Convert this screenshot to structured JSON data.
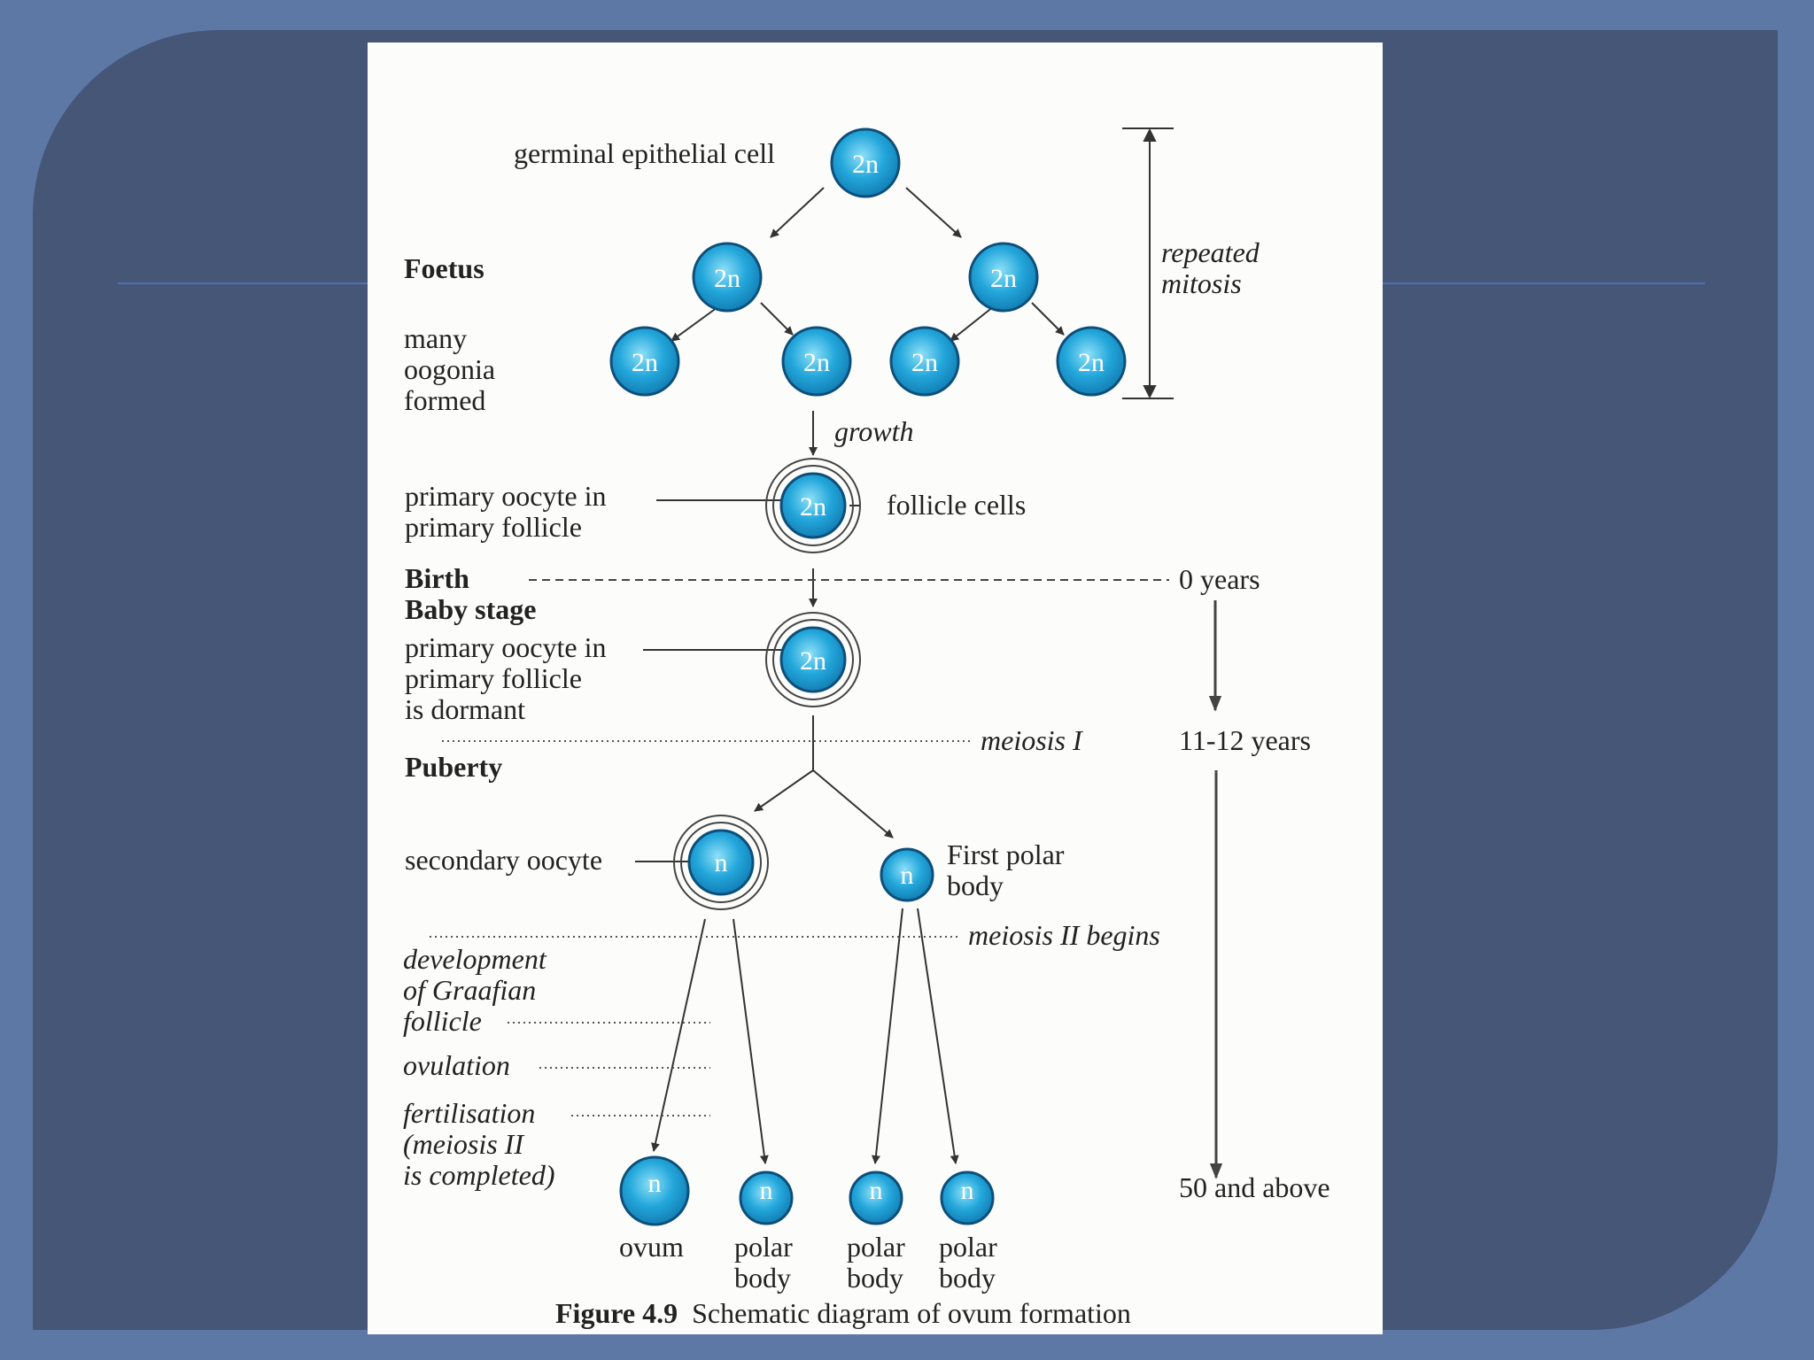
{
  "colors": {
    "frame": "#5e78a6",
    "panel": "#455677",
    "cell_fill": "#23a7db",
    "cell_outline": "#0d4f7a",
    "figure_background": "#fcfcfb"
  },
  "figure": {
    "caption_number": "Figure 4.9",
    "caption_text": "Schematic diagram of ovum formation",
    "labels": {
      "germinal_epithelial_cell": "germinal epithelial cell",
      "foetus": "Foetus",
      "many_oogonia_line1": "many",
      "many_oogonia_line2": "oogonia",
      "many_oogonia_line3": "formed",
      "repeated_mitosis_line1": "repeated",
      "repeated_mitosis_line2": "mitosis",
      "growth": "growth",
      "primary_oocyte_line1": "primary oocyte in",
      "primary_oocyte_line2": "primary follicle",
      "follicle_cells": "follicle cells",
      "birth": "Birth",
      "zero_years": "0 years",
      "baby_stage": "Baby stage",
      "dormant_line1": "primary oocyte in",
      "dormant_line2": "primary follicle",
      "dormant_line3": "is dormant",
      "meiosis_1": "meiosis I",
      "age_11_12": "11-12 years",
      "puberty": "Puberty",
      "secondary_oocyte": "secondary oocyte",
      "first_polar_line1": "First polar",
      "first_polar_line2": "body",
      "meiosis_2_begins": "meiosis II begins",
      "graafian_line1": "development",
      "graafian_line2": "of Graafian",
      "graafian_line3": "follicle",
      "ovulation": "ovulation",
      "fertilisation_line1": "fertilisation",
      "fertilisation_line2": "(meiosis II",
      "fertilisation_line3": "is completed)",
      "age_50": "50 and above",
      "ovum": "ovum",
      "polar_body_word1": "polar",
      "polar_body_word2": "body"
    },
    "cell_labels": {
      "diploid": "2n",
      "haploid": "n"
    }
  }
}
